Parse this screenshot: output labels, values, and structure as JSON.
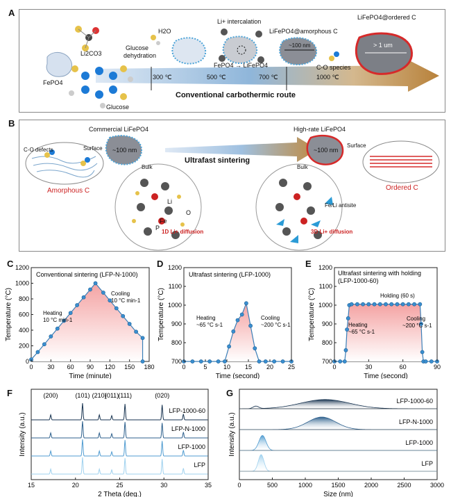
{
  "panel_a": {
    "label": "A",
    "fepo4": "FePO4",
    "li2co3": "Li2CO3",
    "glucose": "Glucose",
    "h2o": "H2O",
    "glucose_dehydration_1": "Glucose",
    "glucose_dehydration_2": "dehydration",
    "li_intercalation": "Li+ intercalation",
    "fepo4_to_lifepo4": "FePO4 → LiFePO4",
    "lifepo4_amorphous": "LiFePO4@amorphous C",
    "lifepo4_ordered": "LiFePO4@ordered C",
    "size_100nm": "~100 nm",
    "size_1um": "> 1 um",
    "co_species": "C-O species",
    "route": "Conventional carbothermic route",
    "temps": [
      "300 ℃",
      "500 ℃",
      "700 ℃",
      "1000 ℃"
    ]
  },
  "panel_b": {
    "label": "B",
    "commercial": "Commercial LiFePO4",
    "highrate": "High-rate LiFePO4",
    "surface": "Surface",
    "bulk": "Bulk",
    "size": "~100 nm",
    "co_defects": "C-O defects",
    "amorphous_c": "Amorphous C",
    "ordered_c": "Ordered C",
    "ultrafast": "Ultrafast sintering",
    "li": "Li",
    "o": "O",
    "fe": "Fe",
    "p": "P",
    "diff_1d": "1D Li+ diffusion",
    "diff_3d": "3D Li+ diffusion",
    "antisite": "Fe/Li antisite"
  },
  "panel_c": {
    "label": "C",
    "chart_data": {
      "type": "line",
      "title": "Conventional sintering (LFP-N-1000)",
      "xlabel": "Time (minute)",
      "ylabel": "Temperature (°C)",
      "xlim": [
        0,
        180
      ],
      "ylim": [
        0,
        1200
      ],
      "xticks": [
        "0",
        "30",
        "60",
        "90",
        "120",
        "150",
        "180"
      ],
      "yticks": [
        "0",
        "200",
        "400",
        "600",
        "800",
        "1000",
        "1200"
      ],
      "x": [
        0,
        10,
        20,
        30,
        40,
        50,
        60,
        70,
        80,
        90,
        98,
        110,
        120,
        130,
        140,
        150,
        160,
        170,
        170
      ],
      "y": [
        25,
        120,
        220,
        320,
        420,
        520,
        620,
        720,
        820,
        920,
        1000,
        880,
        780,
        680,
        580,
        480,
        380,
        300,
        0
      ],
      "annotations": [
        "Heating",
        "10 °C min-1",
        "Cooling",
        "10 °C min-1"
      ]
    }
  },
  "panel_d": {
    "label": "D",
    "chart_data": {
      "type": "line",
      "title": "Ultrafast sintering (LFP-1000)",
      "xlabel": "Time (second)",
      "ylabel": "Temperature (°C)",
      "xlim": [
        0,
        25
      ],
      "ylim": [
        700,
        1200
      ],
      "xticks": [
        "0",
        "5",
        "10",
        "15",
        "20",
        "25"
      ],
      "yticks": [
        "700",
        "800",
        "900",
        "1000",
        "1100",
        "1200"
      ],
      "x": [
        0,
        2,
        4,
        6,
        8,
        9.5,
        10.5,
        11.5,
        12.5,
        13.5,
        14.5,
        15.5,
        16.5,
        17.5,
        19,
        21,
        23,
        25
      ],
      "y": [
        700,
        700,
        700,
        700,
        700,
        700,
        780,
        860,
        920,
        950,
        1010,
        890,
        770,
        700,
        700,
        700,
        700,
        700
      ],
      "annotations": [
        "Heating",
        "~65 °C s-1",
        "Cooling",
        "~200 °C s-1"
      ]
    }
  },
  "panel_e": {
    "label": "E",
    "chart_data": {
      "type": "line",
      "title": "Ultrafast sintering with holding",
      "subtitle": "(LFP-1000-60)",
      "xlabel": "Time (second)",
      "ylabel": "Temperature (°C)",
      "xlim": [
        0,
        90
      ],
      "ylim": [
        700,
        1200
      ],
      "xticks": [
        "0",
        "30",
        "60",
        "90"
      ],
      "yticks": [
        "700",
        "800",
        "900",
        "1000",
        "1100",
        "1200"
      ],
      "x": [
        0,
        5,
        9,
        10,
        11,
        12,
        13,
        15,
        20,
        25,
        30,
        35,
        40,
        45,
        50,
        55,
        60,
        65,
        70,
        75,
        76,
        77,
        78,
        80,
        85,
        90
      ],
      "y": [
        700,
        700,
        700,
        760,
        870,
        930,
        1000,
        1005,
        1005,
        1005,
        1005,
        1005,
        1005,
        1005,
        1005,
        1005,
        1005,
        1005,
        1005,
        1005,
        900,
        750,
        700,
        700,
        700,
        700
      ],
      "annotations": [
        "Holding (60 s)",
        "Heating",
        "~65 °C s-1",
        "Cooling",
        "~200 °C s-1"
      ]
    }
  },
  "panel_f": {
    "label": "F",
    "chart_data": {
      "type": "line",
      "xlabel": "2 Theta (deg.)",
      "ylabel": "Intensity (a.u.)",
      "xlim": [
        15,
        35
      ],
      "xticks": [
        "15",
        "20",
        "25",
        "30",
        "35"
      ],
      "peaks": [
        {
          "label": "(200)",
          "x": 17.2
        },
        {
          "label": "(101)",
          "x": 20.8
        },
        {
          "label": "(210)",
          "x": 22.7
        },
        {
          "label": "(011)",
          "x": 24.1
        },
        {
          "label": "(111)",
          "x": 25.6
        },
        {
          "label": "(020)",
          "x": 29.8
        }
      ],
      "peak_x": [
        17.2,
        20.8,
        22.7,
        24.1,
        25.6,
        29.8,
        32.2
      ],
      "series": [
        {
          "name": "LFP-1000-60",
          "color": "#16324f",
          "heights": [
            0.3,
            1.0,
            0.3,
            0.25,
            0.95,
            0.9,
            0.35
          ]
        },
        {
          "name": "LFP-N-1000",
          "color": "#2c5f8c",
          "heights": [
            0.3,
            1.0,
            0.3,
            0.25,
            0.95,
            0.9,
            0.35
          ]
        },
        {
          "name": "LFP-1000",
          "color": "#4f9bd0",
          "heights": [
            0.3,
            1.0,
            0.3,
            0.25,
            0.95,
            0.9,
            0.35
          ]
        },
        {
          "name": "LFP",
          "color": "#9fd1ee",
          "heights": [
            0.3,
            1.0,
            0.3,
            0.25,
            0.95,
            0.9,
            0.35
          ]
        }
      ]
    }
  },
  "panel_g": {
    "label": "G",
    "chart_data": {
      "type": "area",
      "xlabel": "Size (nm)",
      "ylabel": "Intensity (a.u.)",
      "xlim": [
        0,
        3000
      ],
      "xticks": [
        "0",
        "500",
        "1000",
        "1500",
        "2000",
        "2500",
        "3000"
      ],
      "series": [
        {
          "name": "LFP-1000-60",
          "color": "#16324f",
          "center": 1300,
          "width": 520,
          "amp": 0.55,
          "secondary": {
            "center": 250,
            "width": 60,
            "amp": 0.15
          }
        },
        {
          "name": "LFP-N-1000",
          "color": "#2c5f8c",
          "center": 1250,
          "width": 300,
          "amp": 0.75
        },
        {
          "name": "LFP-1000",
          "color": "#4f9bd0",
          "center": 350,
          "width": 75,
          "amp": 0.9
        },
        {
          "name": "LFP",
          "color": "#9fd1ee",
          "center": 330,
          "width": 60,
          "amp": 1.0
        }
      ]
    }
  }
}
